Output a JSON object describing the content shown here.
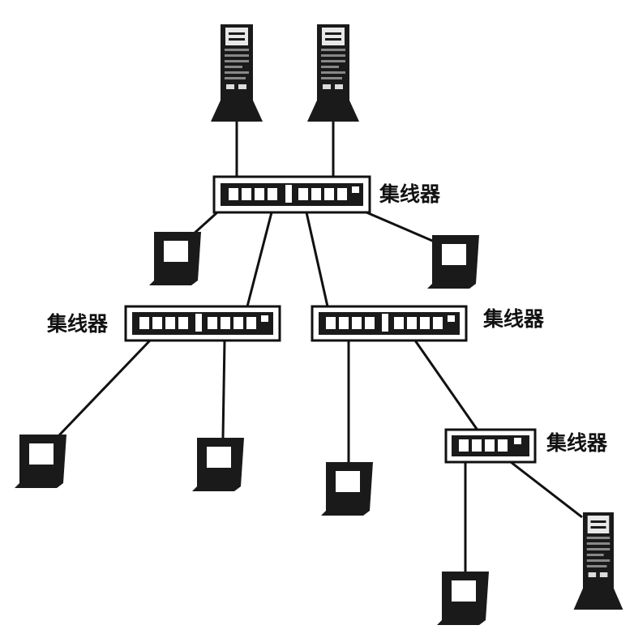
{
  "hub_labels": {
    "top": "集线器",
    "left": "集线器",
    "right": "集线器",
    "sub": "集线器"
  }
}
